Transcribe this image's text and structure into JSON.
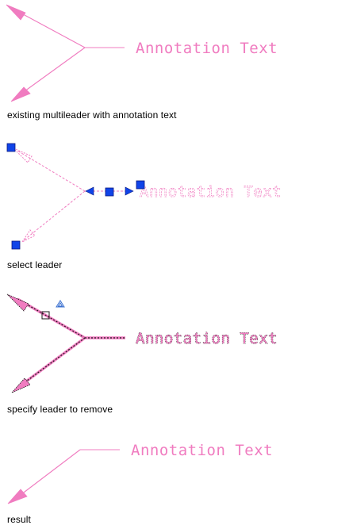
{
  "colors": {
    "leader": "#f07cc0",
    "grip": "#1044e8",
    "grip_outline": "#0a1a80",
    "caption": "#000000",
    "highlight_dark": "#1a1a1a",
    "grip_marker": "#3a70d0"
  },
  "annotation_text": "Annotation Text",
  "panels": [
    {
      "id": "existing",
      "caption": "existing multileader with annotation text"
    },
    {
      "id": "select",
      "caption": "select leader"
    },
    {
      "id": "specify",
      "caption": "specify leader to remove"
    },
    {
      "id": "result",
      "caption": "result"
    }
  ],
  "icons": {
    "grip": "square-grip-icon",
    "arrow_grip": "triangle-grip-icon",
    "pick_box": "pickbox-icon",
    "osnap": "snap-marker-icon"
  }
}
